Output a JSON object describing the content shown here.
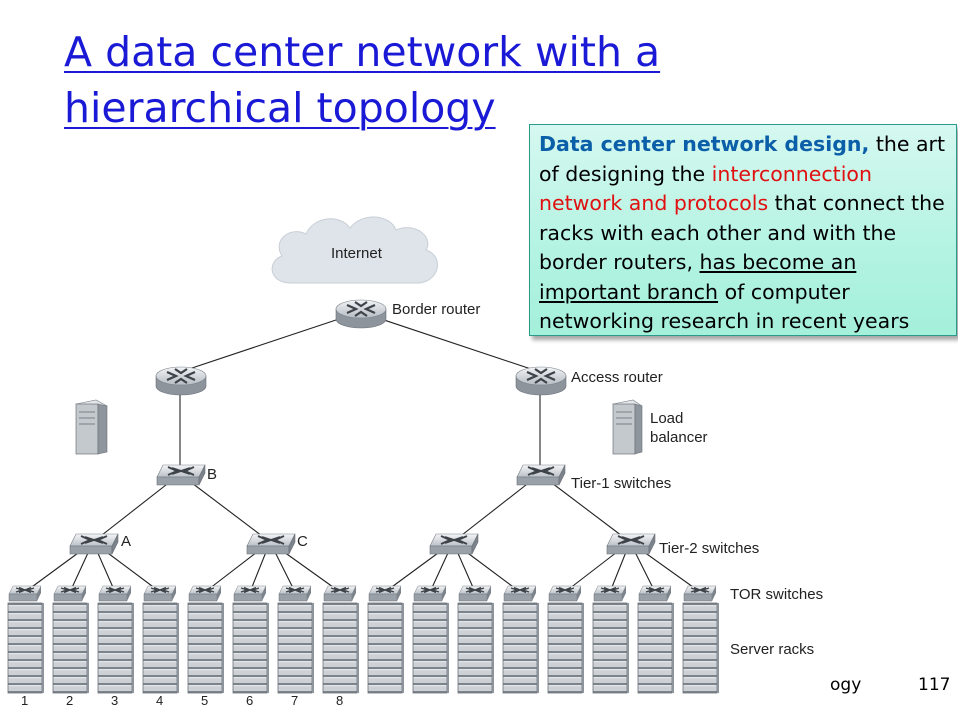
{
  "title": {
    "line1": "A data center network with a",
    "line2": "hierarchical topology"
  },
  "callout": {
    "part1": "Data center network design,",
    "part2": " the art of designing the ",
    "part3": "interconnection network and protocols",
    "part4": " that connect the racks with each other and with the border routers, ",
    "part5": "has become an important branch",
    "part6": " of computer networking research in recent years"
  },
  "diagram": {
    "internet_label": "Internet",
    "border_router_label": "Border router",
    "access_router_label": "Access router",
    "load_balancer_label_line1": "Load",
    "load_balancer_label_line2": "balancer",
    "tier1_label": "Tier-1 switches",
    "tier2_label": "Tier-2 switches",
    "tor_label": "TOR switches",
    "server_racks_label": "Server racks",
    "switch_b_label": "B",
    "switch_a_label": "A",
    "switch_c_label": "C",
    "rack_numbers": [
      "1",
      "2",
      "3",
      "4",
      "5",
      "6",
      "7",
      "8"
    ]
  },
  "footer": {
    "text": "ogy",
    "page_number": "117"
  }
}
